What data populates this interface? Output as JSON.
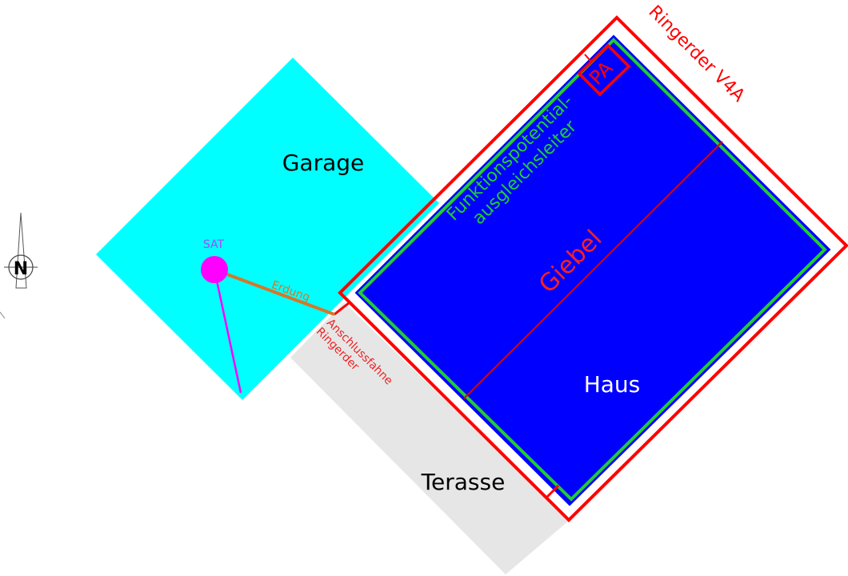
{
  "labels": {
    "garage": "Garage",
    "haus": "Haus",
    "terasse": "Terasse",
    "giebel": "Giebel",
    "fpa_line1": "Funktionspotential-",
    "fpa_line2": "ausgleichsleiter",
    "ringerder": "Ringerder V4A",
    "pa": "PA",
    "sat": "SAT",
    "erdung": "Erdung",
    "anschluss_line1": "Anschlussfahne",
    "anschluss_line2": "Ringerder",
    "compass_n": "N"
  },
  "colors": {
    "garage": "#00ffff",
    "haus": "#0000ff",
    "terasse": "#e6e6e6",
    "ringerder": "#ff0000",
    "fpa": "#22cc33",
    "sat": "#ff00ff",
    "erdung": "#d4782a",
    "sat_label": "#aa44ff"
  },
  "icons": {
    "compass": "north-arrow-icon"
  }
}
